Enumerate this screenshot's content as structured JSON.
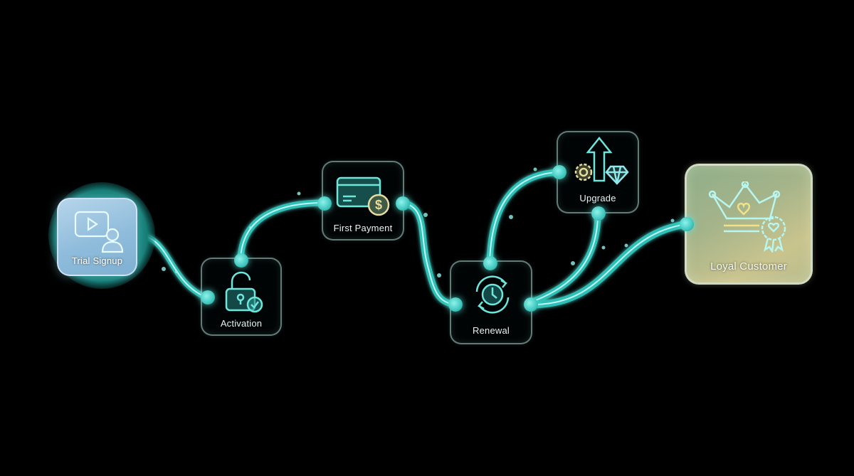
{
  "diagram": {
    "type": "customer-journey-flow",
    "accent_color": "#3fd6cc",
    "background_color": "#000000",
    "nodes": [
      {
        "id": "trial",
        "label": "Trial Signup",
        "icon": "video-user-icon"
      },
      {
        "id": "activation",
        "label": "Activation",
        "icon": "unlock-check-icon"
      },
      {
        "id": "payment",
        "label": "First Payment",
        "icon": "card-dollar-icon"
      },
      {
        "id": "renewal",
        "label": "Renewal",
        "icon": "clock-refresh-icon"
      },
      {
        "id": "upgrade",
        "label": "Upgrade",
        "icon": "arrow-gear-diamond-icon"
      },
      {
        "id": "loyal",
        "label": "Loyal Customer",
        "icon": "crown-heart-badge-icon"
      }
    ],
    "edges": [
      {
        "from": "Trial Signup",
        "to": "Activation"
      },
      {
        "from": "Activation",
        "to": "First Payment"
      },
      {
        "from": "First Payment",
        "to": "Renewal"
      },
      {
        "from": "Renewal",
        "to": "Upgrade"
      },
      {
        "from": "Upgrade",
        "to": "Renewal"
      },
      {
        "from": "Renewal",
        "to": "Loyal Customer"
      }
    ]
  }
}
